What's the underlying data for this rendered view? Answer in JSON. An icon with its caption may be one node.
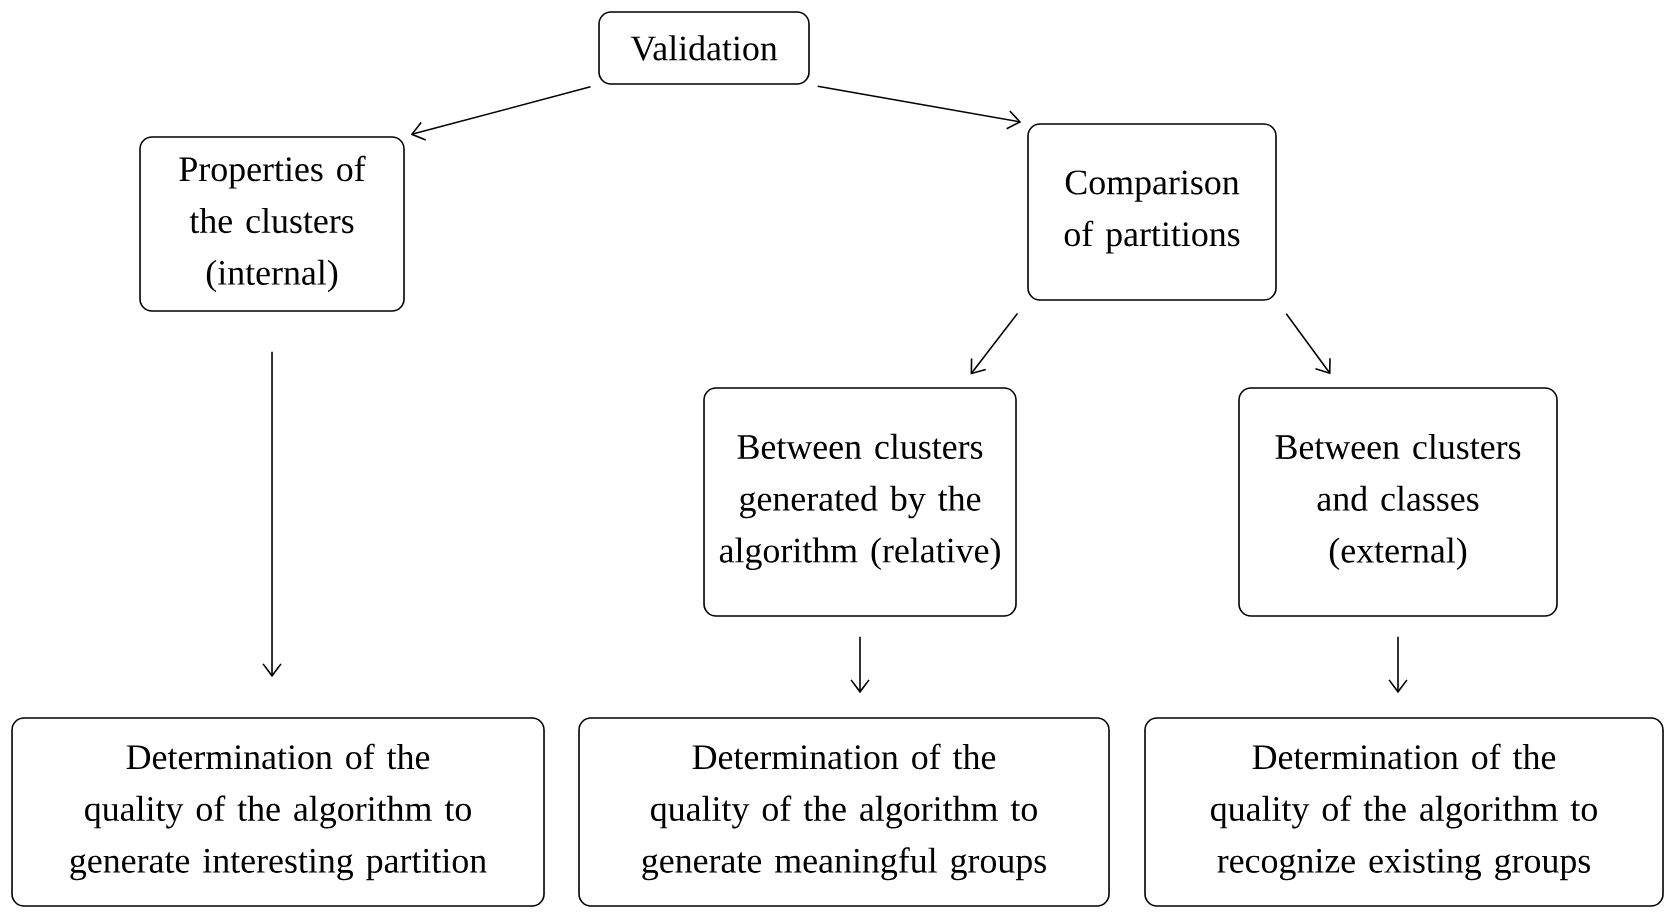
{
  "diagram": {
    "nodes": [
      {
        "text": [
          "Validation"
        ]
      },
      {
        "text": [
          "Properties of the clusters (internal)"
        ]
      },
      {
        "text": [
          "Comparison of partitions"
        ]
      },
      {
        "text": [
          "Between clusters generated by the algorithm (relative)"
        ]
      },
      {
        "text": [
          "Between clusters and classes (external)"
        ]
      },
      {
        "text": [
          "Determination of the quality of the algorithm to generate interesting partition"
        ]
      },
      {
        "text": [
          "Determination of the quality of the algorithm to generate meaningful groups"
        ]
      },
      {
        "text": [
          "Determination of the quality of the algorithm to recognize existing groups"
        ]
      }
    ],
    "edges": [
      {
        "from": 0,
        "to": 1,
        "arrow": "to"
      },
      {
        "from": 0,
        "to": 2,
        "arrow": "to"
      },
      {
        "from": 1,
        "to": 5,
        "arrow": "to"
      },
      {
        "from": 2,
        "to": 3,
        "arrow": "to"
      },
      {
        "from": 2,
        "to": 4,
        "arrow": "to"
      },
      {
        "from": 3,
        "to": 6,
        "arrow": "to"
      },
      {
        "from": 4,
        "to": 7,
        "arrow": "to"
      }
    ]
  }
}
